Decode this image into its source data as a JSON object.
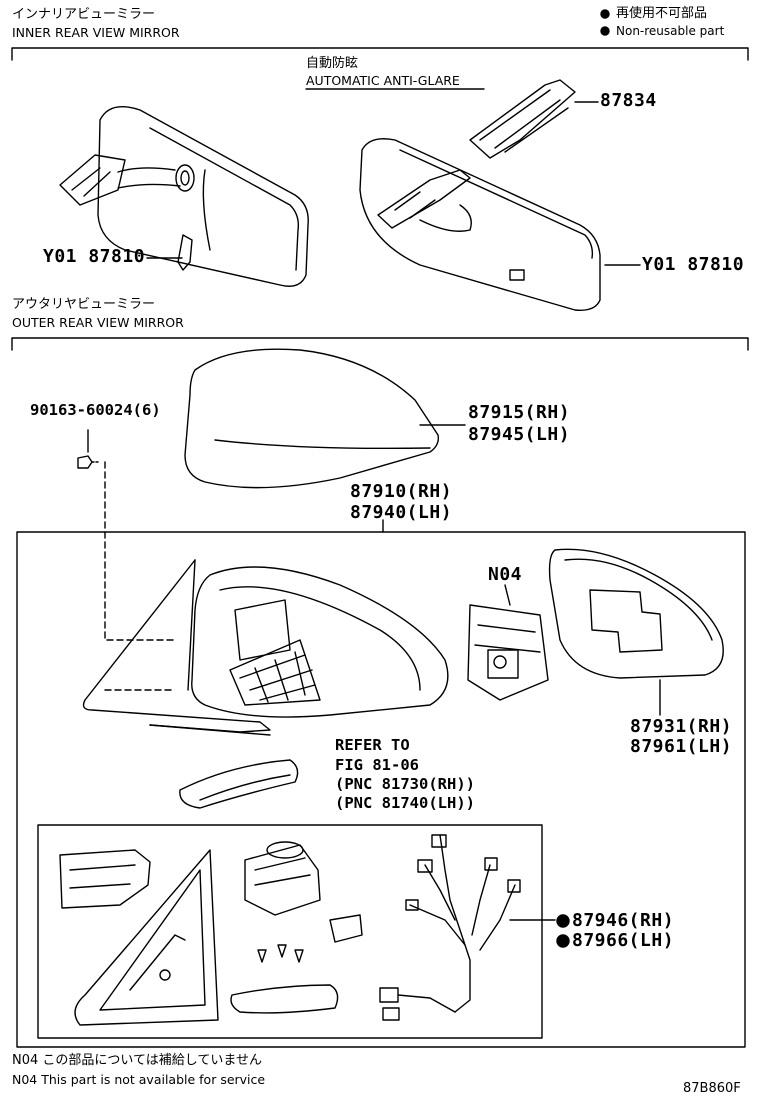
{
  "inner": {
    "title_jp": "インナリアビューミラー",
    "title_en": "INNER REAR VIEW MIRROR"
  },
  "legend": {
    "jp": "再使用不可部品",
    "en": "Non-reusable part"
  },
  "anti_glare": {
    "jp": "自動防眩",
    "en": "AUTOMATIC ANTI-GLARE"
  },
  "outer": {
    "title_jp": "アウタリヤビューミラー",
    "title_en": "OUTER REAR VIEW MIRROR"
  },
  "parts": {
    "p87834": "87834",
    "p87810_left": "Y01 87810",
    "p87810_right": "Y01 87810",
    "bolt": "90163-60024(6)",
    "cover_rh": "87915(RH)",
    "cover_lh": "87945(LH)",
    "assy_rh": "87910(RH)",
    "assy_lh": "87940(LH)",
    "n04": "N04",
    "glass_rh": "87931(RH)",
    "glass_lh": "87961(LH)",
    "wire_rh": "87946(RH)",
    "wire_lh": "87966(LH)"
  },
  "refer": {
    "line1": "REFER TO",
    "line2": "FIG 81-06",
    "line3": "(PNC 81730(RH))",
    "line4": "(PNC 81740(LH))"
  },
  "footnote": {
    "jp": "N04 この部品については補給していません",
    "en": "N04 This part is not available for service"
  },
  "figure_code": "87B860F"
}
